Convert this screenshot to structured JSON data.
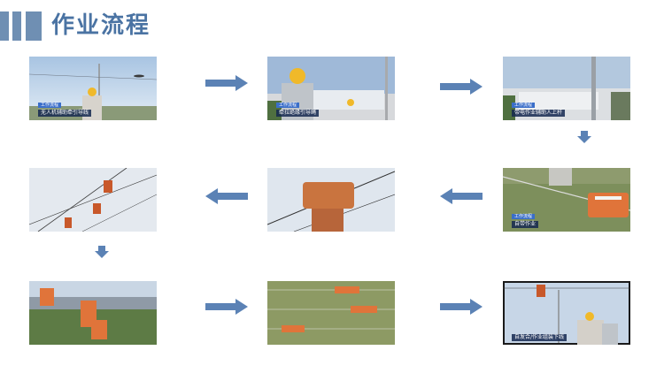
{
  "header": {
    "title": "作业流程"
  },
  "colors": {
    "accent": "#4a73a3",
    "bar": "#6f8fb3",
    "arrow": "#5b82b5",
    "tag": "#3a6ec9",
    "marker": "#e0743a"
  },
  "steps": [
    {
      "tag": "工作流程",
      "caption": "无人机辅助牵引导线"
    },
    {
      "tag": "工作流程",
      "caption": "牵拉绝缘引导绳"
    },
    {
      "tag": "工作流程",
      "caption": "带电作业辅助人上杆"
    },
    {
      "tag": "工作流程",
      "caption": "自带作业"
    },
    {
      "tag": "",
      "caption": ""
    },
    {
      "tag": "",
      "caption": ""
    },
    {
      "tag": "",
      "caption": ""
    },
    {
      "tag": "",
      "caption": ""
    },
    {
      "tag": "",
      "caption": "自发合/作业组装下线"
    }
  ]
}
